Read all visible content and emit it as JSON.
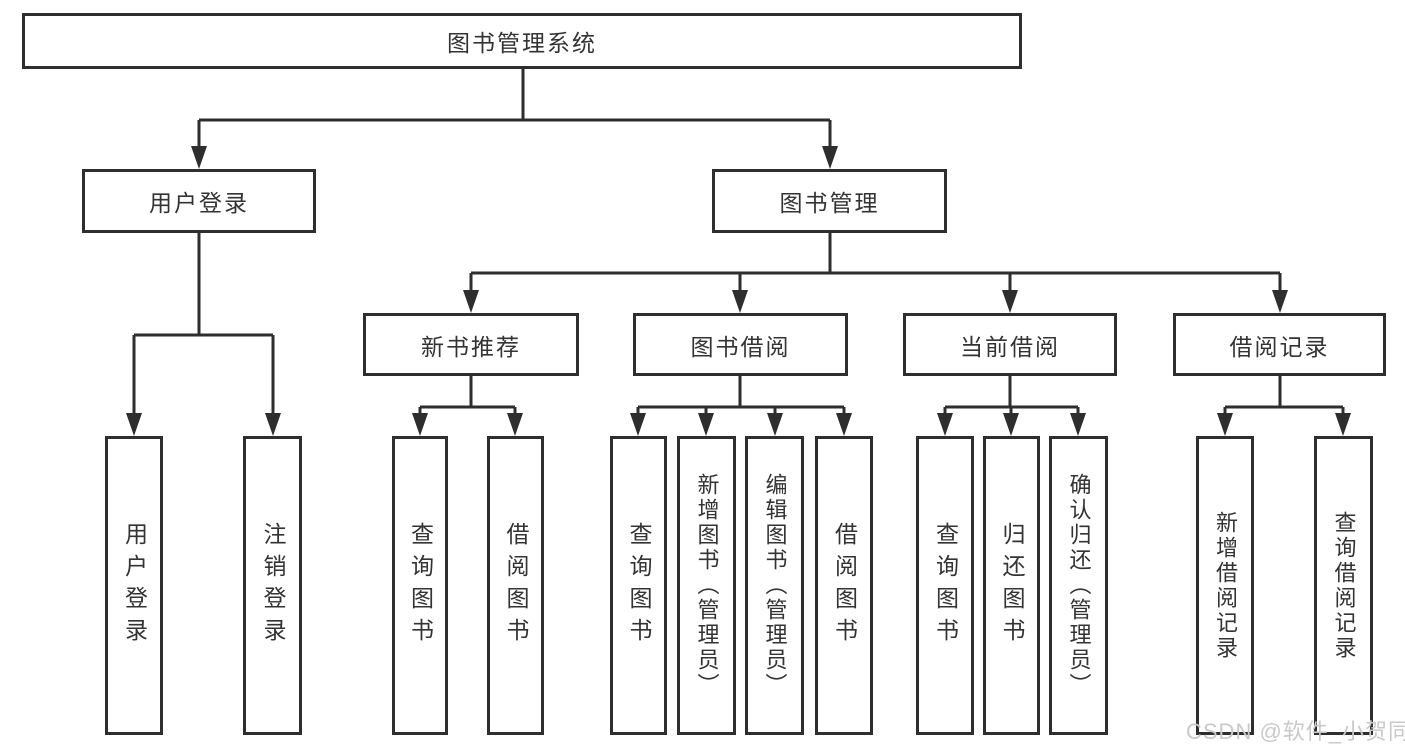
{
  "tree": {
    "label": "图书管理系统",
    "children": [
      {
        "label": "用户登录",
        "children": [
          {
            "label": "用户登录"
          },
          {
            "label": "注销登录"
          }
        ]
      },
      {
        "label": "图书管理",
        "children": [
          {
            "label": "新书推荐",
            "children": [
              {
                "label": "查询图书"
              },
              {
                "label": "借阅图书"
              }
            ]
          },
          {
            "label": "图书借阅",
            "children": [
              {
                "label": "查询图书"
              },
              {
                "label": "新增图书（管理员）"
              },
              {
                "label": "编辑图书（管理员）"
              },
              {
                "label": "借阅图书"
              }
            ]
          },
          {
            "label": "当前借阅",
            "children": [
              {
                "label": "查询图书"
              },
              {
                "label": "归还图书"
              },
              {
                "label": "确认归还（管理员）"
              }
            ]
          },
          {
            "label": "借阅记录",
            "children": [
              {
                "label": "新增借阅记录"
              },
              {
                "label": "查询借阅记录"
              }
            ]
          }
        ]
      }
    ]
  },
  "watermark": {
    "text": "CSDN @软件_小贺同学"
  },
  "colors": {
    "line": "#2e2e2e",
    "text": "#333333",
    "box_background": "#ffffff",
    "watermark": "#c9c9c9"
  }
}
